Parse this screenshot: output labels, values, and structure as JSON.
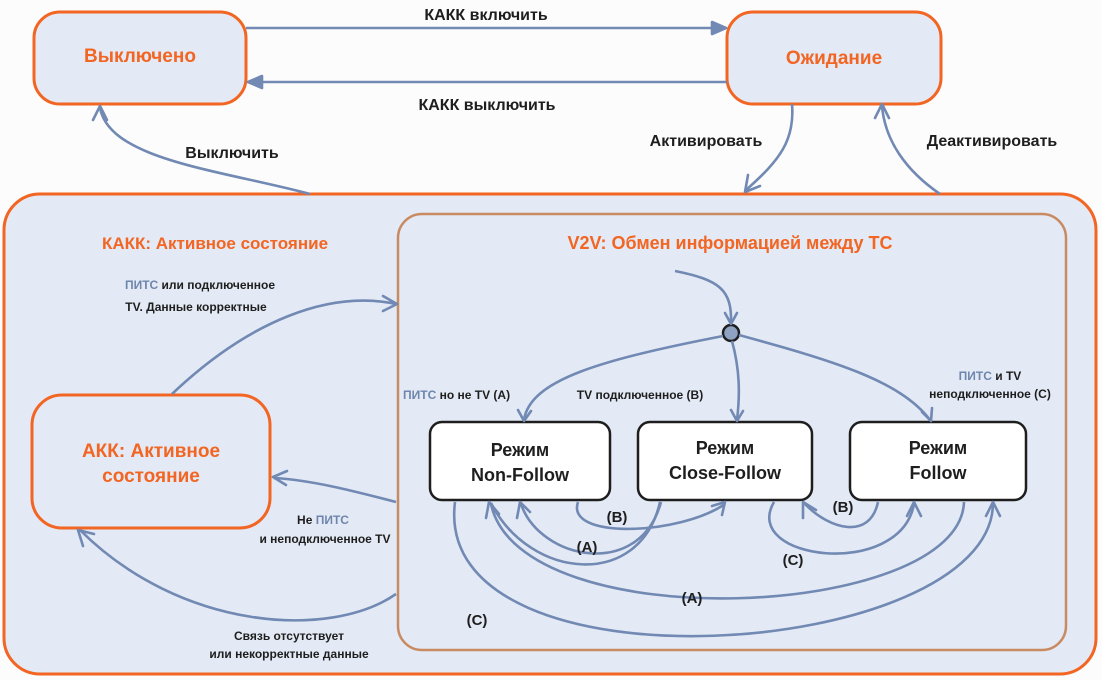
{
  "colors": {
    "state_border": "#f26522",
    "state_fill": "#e3eaf5",
    "inner_border": "#c98a62",
    "arrow": "#7189b3",
    "text": "#1e1e1e",
    "highlight_text": "#6e86ad"
  },
  "states": {
    "off": "Выключено",
    "standby": "Ожидание",
    "kakk_active": "КАКК: Активное состояние",
    "akk_active_line1": "АКК: Активное",
    "akk_active_line2": "состояние",
    "v2v": "V2V: Обмен информацией между ТС",
    "mode_nonfollow": [
      "Режим",
      "Non-Follow"
    ],
    "mode_closefollow": [
      "Режим",
      "Close-Follow"
    ],
    "mode_follow": [
      "Режим",
      "Follow"
    ]
  },
  "transitions": {
    "kakk_on": "КАКК включить",
    "kakk_off": "КАКК выключить",
    "turn_off": "Выключить",
    "activate": "Активировать",
    "deactivate": "Деактивировать",
    "to_v2v_hl": "ПИТС",
    "to_v2v_1": " или подключенное",
    "to_v2v_2": "TV. Данные корректные",
    "to_akk_1": "Не ",
    "to_akk_hl": "ПИТС",
    "to_akk_2": "и неподключенное TV",
    "lost_1": "Связь отсутствует",
    "lost_2": "или некорректные данные",
    "cond_a_hl": "ПИТС",
    "cond_a": " но не TV (A)",
    "cond_b": "TV подключенное (B)",
    "cond_c_hl": "ПИТС",
    "cond_c_1": " и TV",
    "cond_c_2": "неподключенное (C)",
    "label_b1": "(B)",
    "label_a1": "(A)",
    "label_b2": "(B)",
    "label_c1": "(C)",
    "label_a2": "(A)",
    "label_c2": "(C)"
  }
}
